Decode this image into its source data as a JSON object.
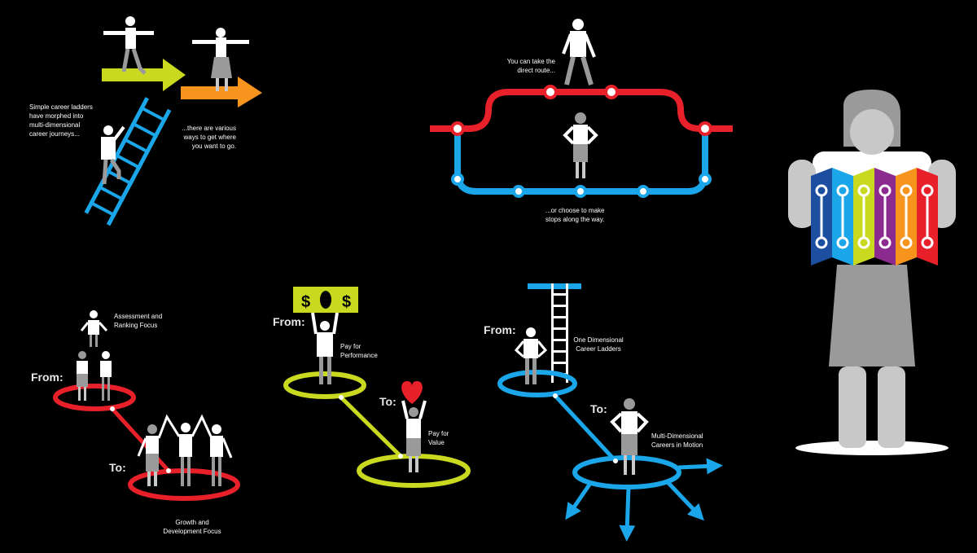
{
  "colors": {
    "background": "#000000",
    "red": "#e8202a",
    "blue": "#1aa6e8",
    "lime": "#c9d920",
    "orange": "#f7941d",
    "purple": "#8b2b8f",
    "navy": "#1c4fa0",
    "heart": "#e8202a",
    "figure_gray": "#9a9a9a",
    "figure_light": "#c8c8c8"
  },
  "panels": {
    "ladders": {
      "caption_left": "Simple career ladders have morphed into multi-dimensional career journeys...",
      "caption_right": "...there are various ways to get where you want to go."
    },
    "routes": {
      "caption_top": "You can take the direct route...",
      "caption_bottom": "...or choose to make stops along the way."
    },
    "assessment": {
      "from_label": "From:",
      "to_label": "To:",
      "from_caption": "Assessment and Ranking Focus",
      "to_caption": "Growth and Development Focus"
    },
    "pay": {
      "from_label": "From:",
      "to_label": "To:",
      "from_caption": "Pay for Performance",
      "to_caption": "Pay for Value",
      "sign_symbol_left": "$",
      "sign_symbol_right": "$"
    },
    "careers": {
      "from_label": "From:",
      "to_label": "To:",
      "from_caption": "One Dimensional Career Ladders",
      "to_caption": "Multi-Dimensional Careers in Motion"
    },
    "map_woman": {
      "map_panel_colors": [
        "#1c4fa0",
        "#1aa6e8",
        "#c9d920",
        "#8b2b8f",
        "#f7941d",
        "#e8202a"
      ]
    }
  }
}
